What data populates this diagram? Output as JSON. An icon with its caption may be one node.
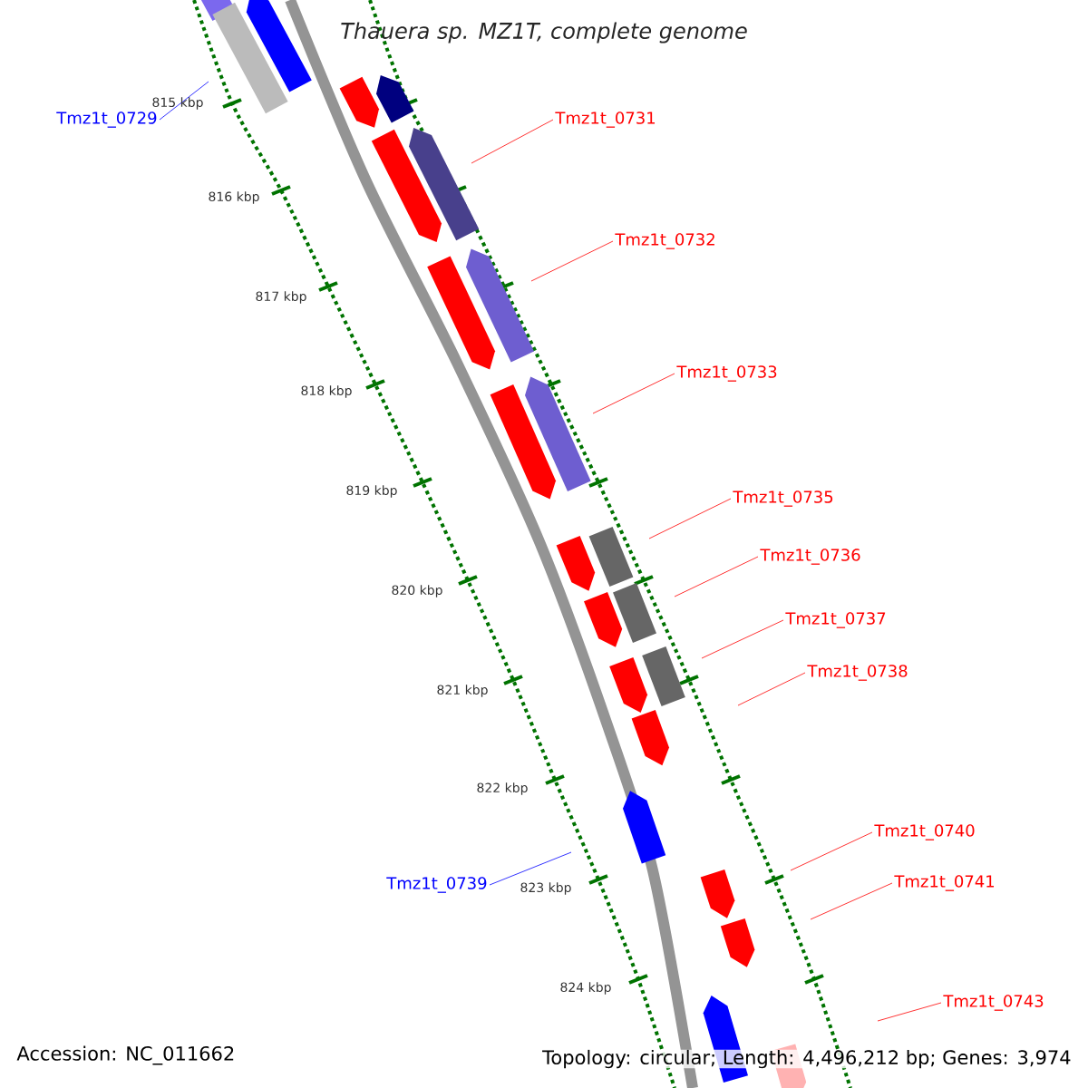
{
  "diagram": {
    "title": "Thauera sp. MZ1T, complete genome",
    "nodes": [
      {
        "text": [
          "Tmz1t_0729"
        ]
      },
      {
        "text": [
          "Tmz1t_0731"
        ]
      },
      {
        "text": [
          "Tmz1t_0732"
        ]
      },
      {
        "text": [
          "Tmz1t_0733"
        ]
      },
      {
        "text": [
          "Tmz1t_0735"
        ]
      },
      {
        "text": [
          "Tmz1t_0736"
        ]
      },
      {
        "text": [
          "Tmz1t_0737"
        ]
      },
      {
        "text": [
          "Tmz1t_0738"
        ]
      },
      {
        "text": [
          "Tmz1t_0739"
        ]
      },
      {
        "text": [
          "Tmz1t_0740"
        ]
      },
      {
        "text": [
          "Tmz1t_0741"
        ]
      },
      {
        "text": [
          "Tmz1t_0743"
        ]
      }
    ],
    "edges": [
      {
        "from": 0,
        "to": null,
        "arrow": "none",
        "color": "#0000ff"
      },
      {
        "from": 1,
        "to": null,
        "arrow": "none"
      },
      {
        "from": 2,
        "to": null,
        "arrow": "none"
      },
      {
        "from": 3,
        "to": null,
        "arrow": "none"
      },
      {
        "from": 4,
        "to": null,
        "arrow": "none"
      },
      {
        "from": 5,
        "to": null,
        "arrow": "none"
      },
      {
        "from": 6,
        "to": null,
        "arrow": "none"
      },
      {
        "from": 7,
        "to": null,
        "arrow": "none"
      },
      {
        "from": 8,
        "to": null,
        "arrow": "none",
        "color": "#0000ff"
      },
      {
        "from": 9,
        "to": null,
        "arrow": "none"
      },
      {
        "from": 10,
        "to": null,
        "arrow": "none"
      },
      {
        "from": 11,
        "to": null,
        "arrow": "none"
      }
    ],
    "labels": [
      "815 kbp",
      "816 kbp",
      "817 kbp",
      "818 kbp",
      "819 kbp",
      "820 kbp",
      "821 kbp",
      "822 kbp",
      "823 kbp",
      "824 kbp",
      "Accession: NC_011662",
      "Topology: circular; Length: 4,496,212 bp; Genes: 3,974"
    ]
  }
}
